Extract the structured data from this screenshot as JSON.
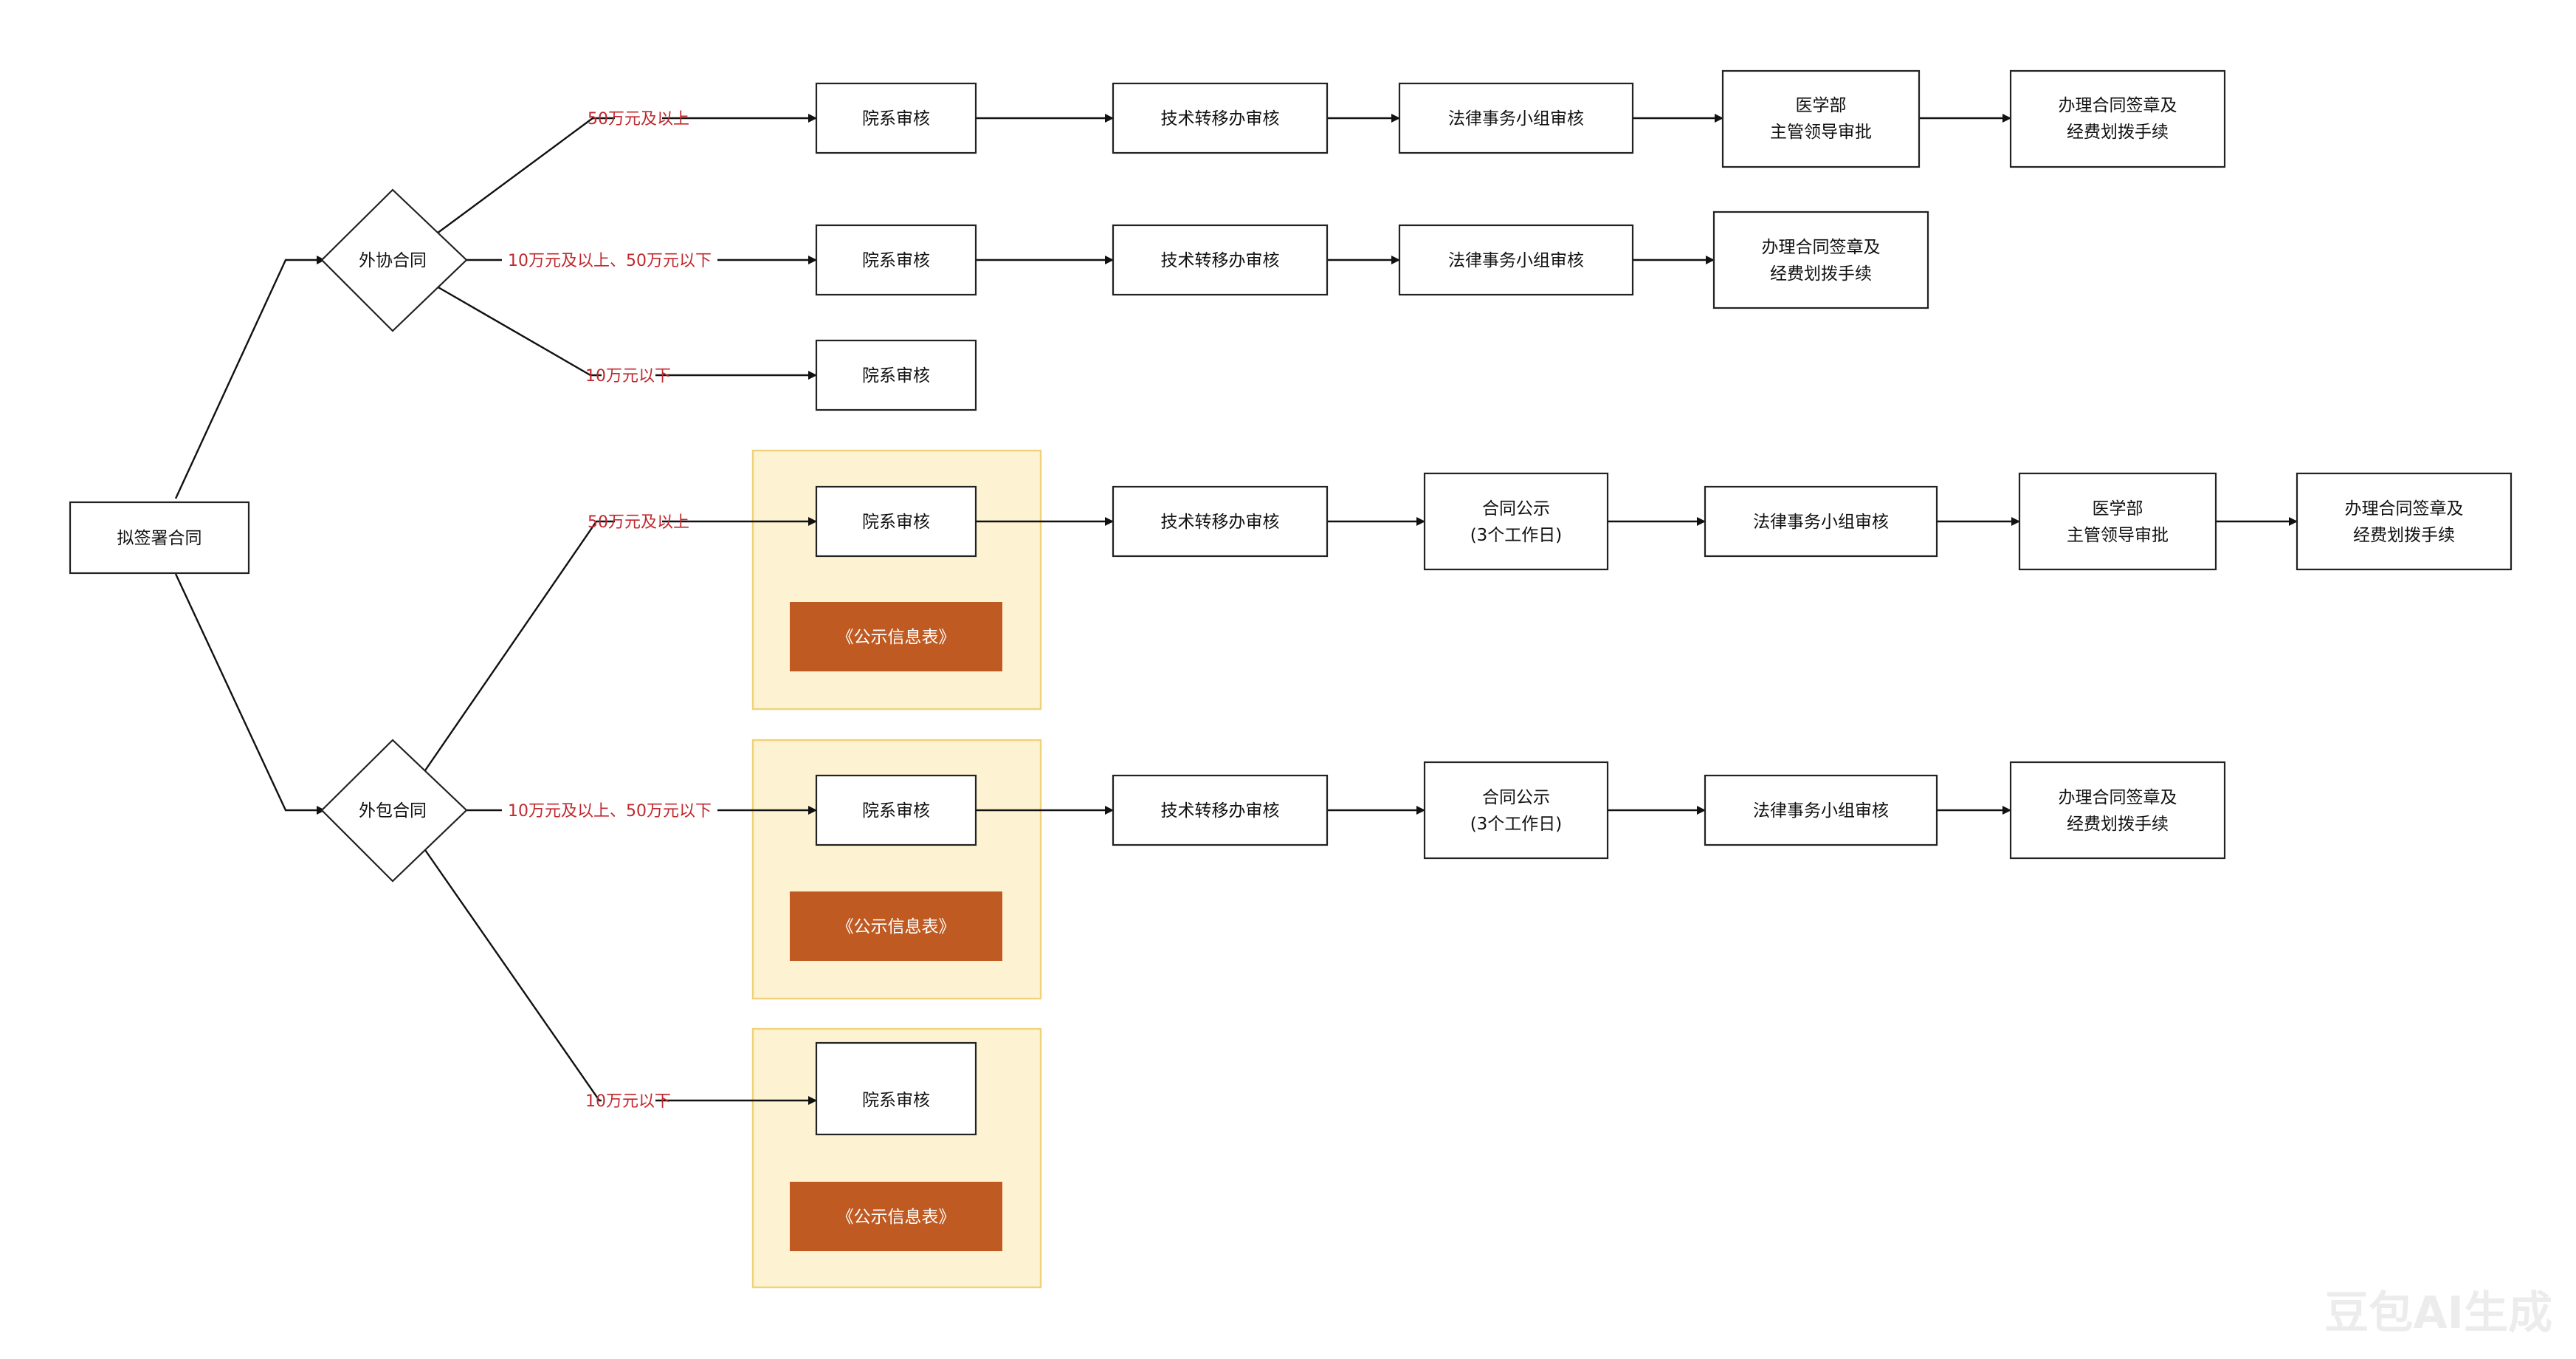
{
  "nodes": {
    "root": "拟签署合同",
    "coop_diamond": "外协合同",
    "out_diamond": "外包合同",
    "dept_review": "院系审核",
    "tech_transfer": "技术转移办审核",
    "legal_group": "法律事务小组审核",
    "medical_line1": "医学部",
    "medical_line2": "主管领导审批",
    "seal_line1": "办理合同签章及",
    "seal_line2": "经费划拨手续",
    "publicity_line1": "合同公示",
    "publicity_line2": "(3个工作日)",
    "public_info_form": "《公示信息表》"
  },
  "conditions": {
    "above_50": "50万元及以上",
    "between_10_50": "10万元及以上、50万元以下",
    "below_10": "10万元以下"
  },
  "watermark": "豆包AI生成",
  "colors": {
    "condition_text": "#c0282d",
    "highlight_fill": "#fdf3d2",
    "highlight_border": "#f0d27a",
    "tag_fill": "#bf5a22",
    "line": "#111111"
  }
}
